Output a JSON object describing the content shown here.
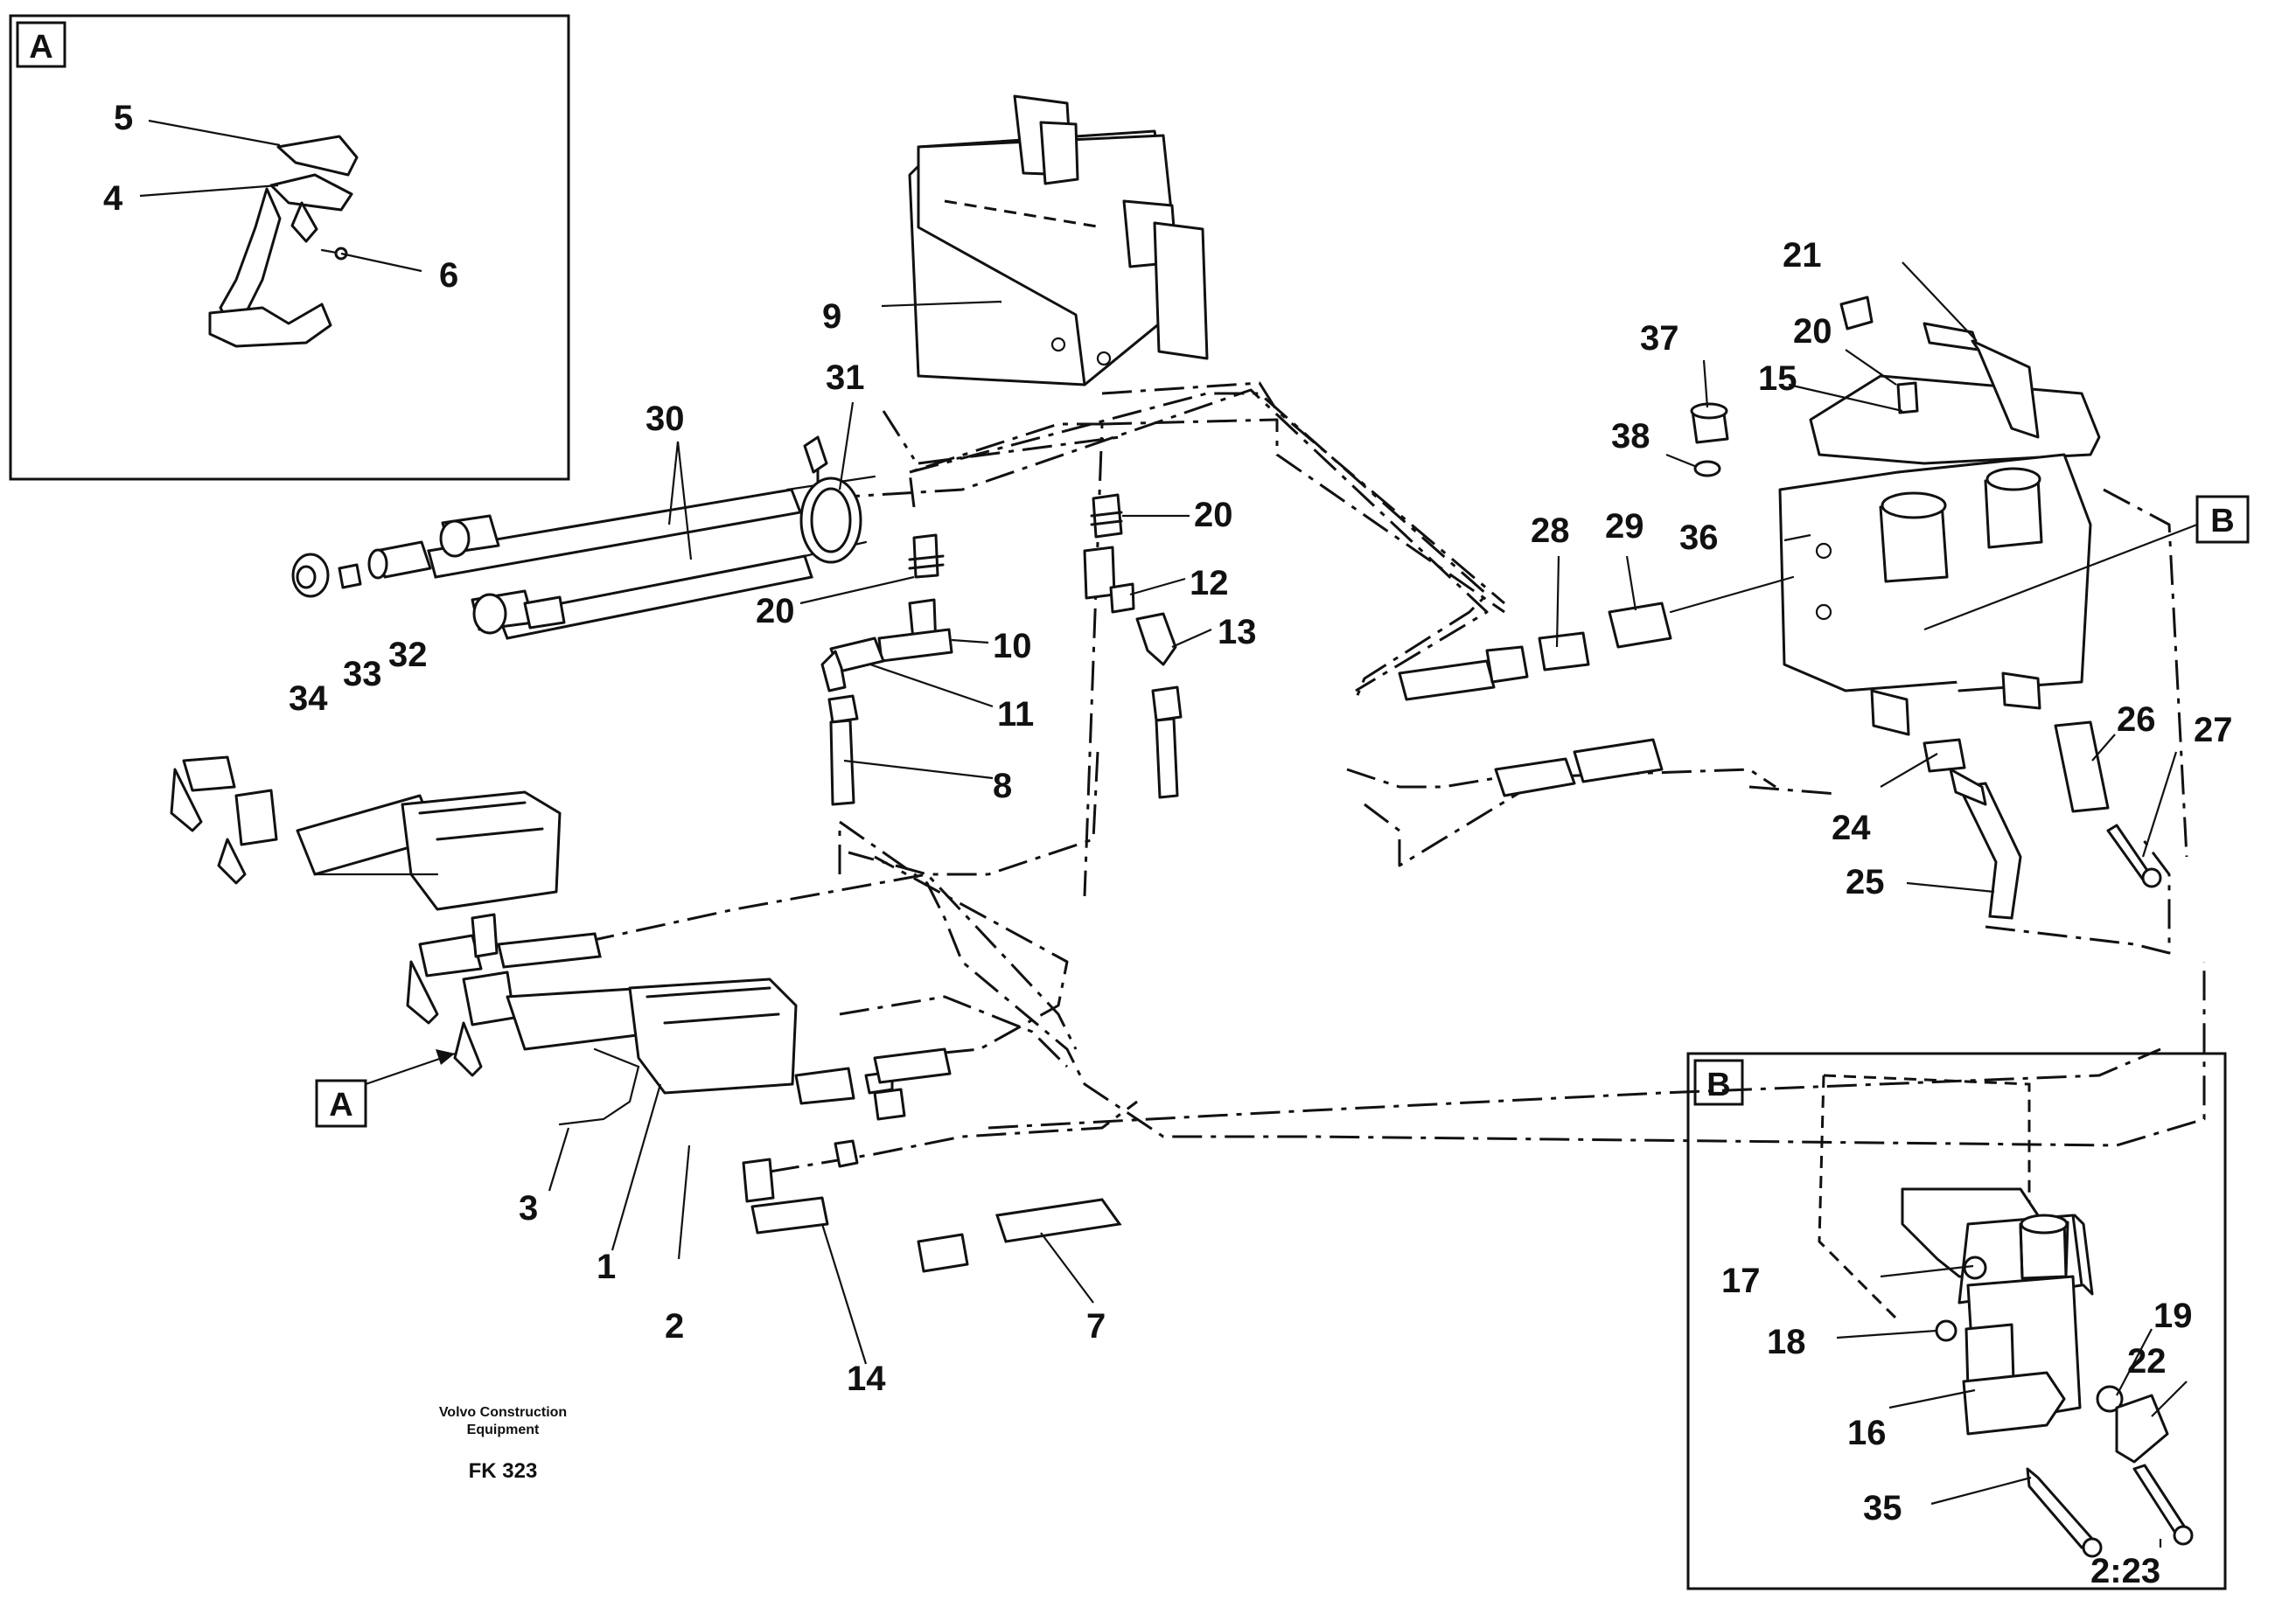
{
  "detail_a": {
    "letter": "A",
    "labels": [
      "5",
      "4",
      "6"
    ]
  },
  "detail_b": {
    "letter": "B",
    "labels": [
      "17",
      "18",
      "16",
      "35",
      "19",
      "22",
      "2:23"
    ]
  },
  "callouts": {
    "a": "A",
    "b": "B"
  },
  "main_labels": {
    "l1": "1",
    "l2": "2",
    "l3": "3",
    "l7": "7",
    "l8": "8",
    "l9": "9",
    "l10": "10",
    "l11": "11",
    "l12": "12",
    "l13": "13",
    "l14": "14",
    "l15": "15",
    "l20a": "20",
    "l20b": "20",
    "l20c": "20",
    "l21": "21",
    "l24": "24",
    "l25": "25",
    "l26": "26",
    "l27": "27",
    "l28": "28",
    "l29": "29",
    "l30": "30",
    "l31": "31",
    "l32": "32",
    "l33": "33",
    "l34": "34",
    "l36": "36",
    "l37": "37",
    "l38": "38"
  },
  "footer": {
    "brand_line1": "Volvo Construction",
    "brand_line2": "Equipment",
    "code": "FK 323"
  }
}
